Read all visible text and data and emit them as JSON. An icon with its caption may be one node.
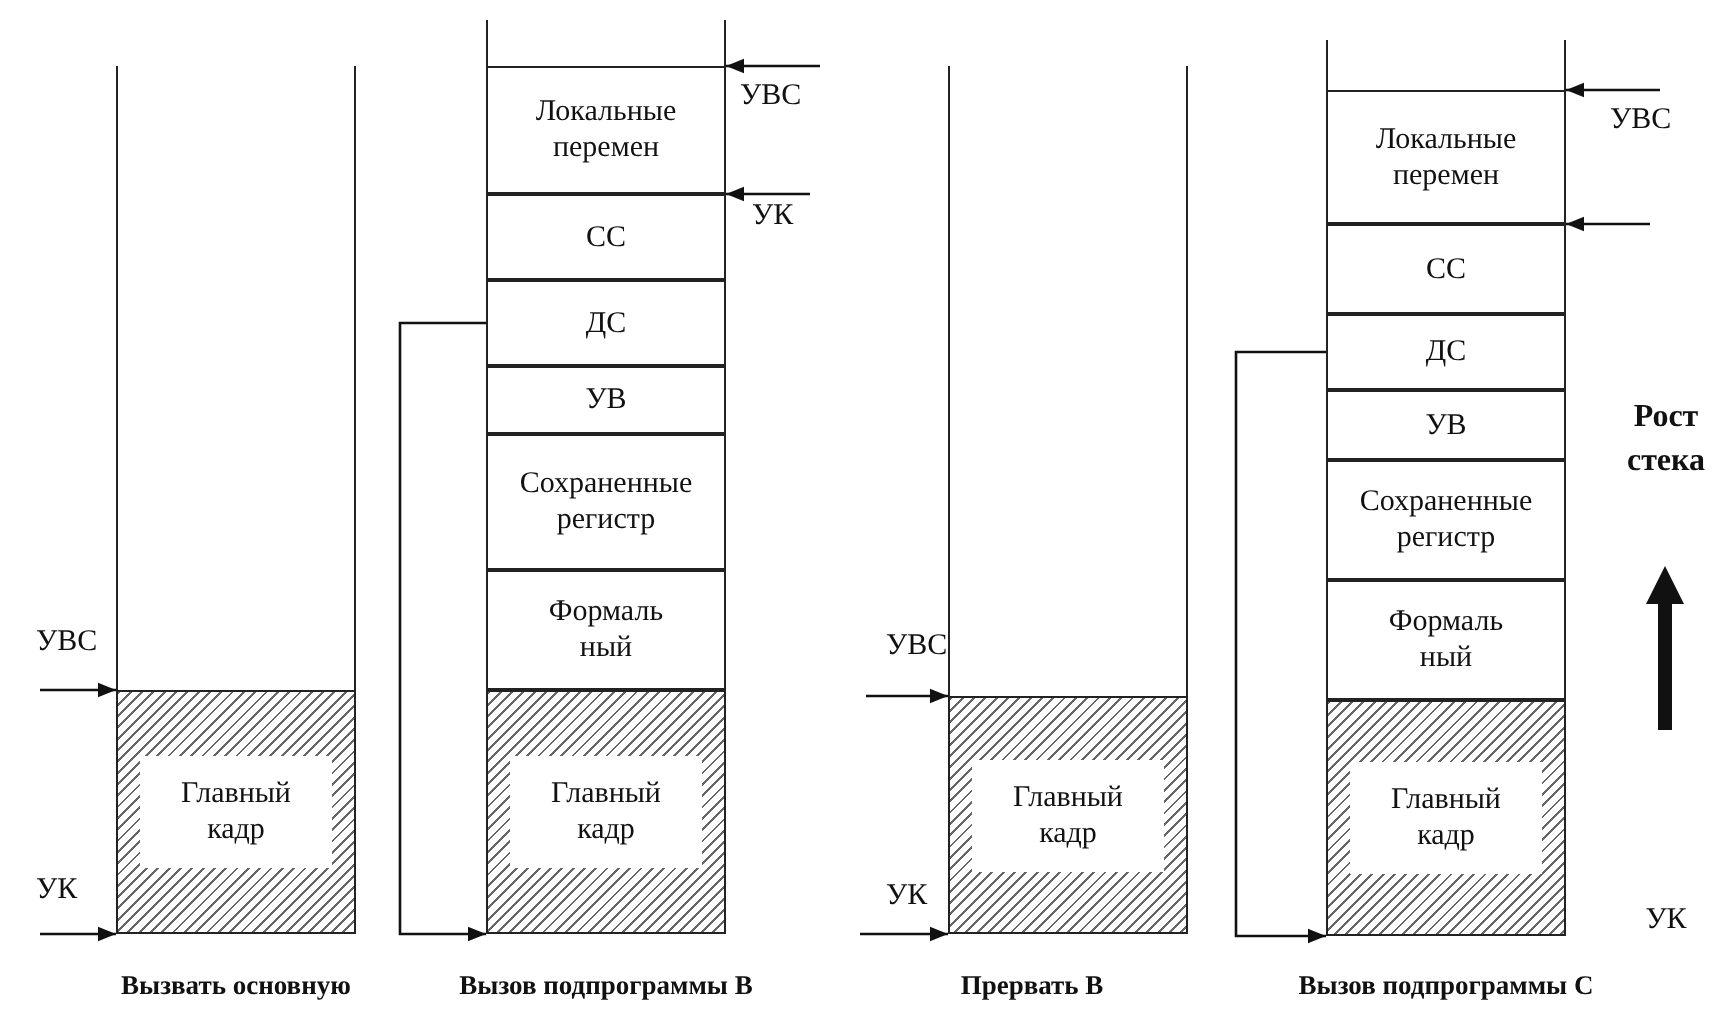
{
  "diagram": {
    "nodes": [
      {
        "text": [],
        "shape": "box",
        "beside": [
          "Вызвать основную"
        ]
      },
      {
        "text": [
          "Главный кадр"
        ],
        "in": 0
      },
      {
        "text": [],
        "shape": "box",
        "beside": [
          "Вызов подпрограммы В"
        ]
      },
      {
        "text": [
          "Локальные перемен"
        ],
        "in": 2
      },
      {
        "text": [
          "СС"
        ],
        "in": 2
      },
      {
        "text": [
          "ДС"
        ],
        "in": 2
      },
      {
        "text": [
          "УВ"
        ],
        "in": 2
      },
      {
        "text": [
          "Сохраненные регистр"
        ],
        "in": 2
      },
      {
        "text": [
          "Формаль ный"
        ],
        "in": 2
      },
      {
        "text": [
          "Главный кадр"
        ],
        "in": 2
      },
      {
        "text": [],
        "shape": "box",
        "beside": [
          "Прервать В"
        ]
      },
      {
        "text": [
          "Главный кадр"
        ],
        "in": 10
      },
      {
        "text": [],
        "shape": "box",
        "beside": [
          "Вызов подпрограммы С"
        ]
      },
      {
        "text": [
          "Локальные перемен"
        ],
        "in": 12
      },
      {
        "text": [
          "СС"
        ],
        "in": 12
      },
      {
        "text": [
          "ДС"
        ],
        "in": 12
      },
      {
        "text": [
          "УВ"
        ],
        "in": 12
      },
      {
        "text": [
          "Сохраненные регистр"
        ],
        "in": 12
      },
      {
        "text": [
          "Формаль ный"
        ],
        "in": 12
      },
      {
        "text": [
          "Главный кадр"
        ],
        "in": 12
      }
    ],
    "edges": [
      {
        "from": null,
        "to": 1,
        "arrow": "to",
        "label": "УВС"
      },
      {
        "from": null,
        "to": 1,
        "arrow": "to",
        "label": "УК"
      },
      {
        "from": null,
        "to": 3,
        "arrow": "to",
        "label": "УВС"
      },
      {
        "from": null,
        "to": 4,
        "arrow": "to",
        "label": "УК"
      },
      {
        "from": 5,
        "to": 9,
        "arrow": "to"
      },
      {
        "from": null,
        "to": 11,
        "arrow": "to",
        "label": "УВС"
      },
      {
        "from": null,
        "to": 11,
        "arrow": "to",
        "label": "УК"
      },
      {
        "from": null,
        "to": 13,
        "arrow": "to",
        "label": "УВС"
      },
      {
        "from": null,
        "to": 14,
        "arrow": "to"
      },
      {
        "from": 15,
        "to": 19,
        "arrow": "to"
      }
    ],
    "labels": [
      "Рост стека",
      "УК"
    ]
  }
}
